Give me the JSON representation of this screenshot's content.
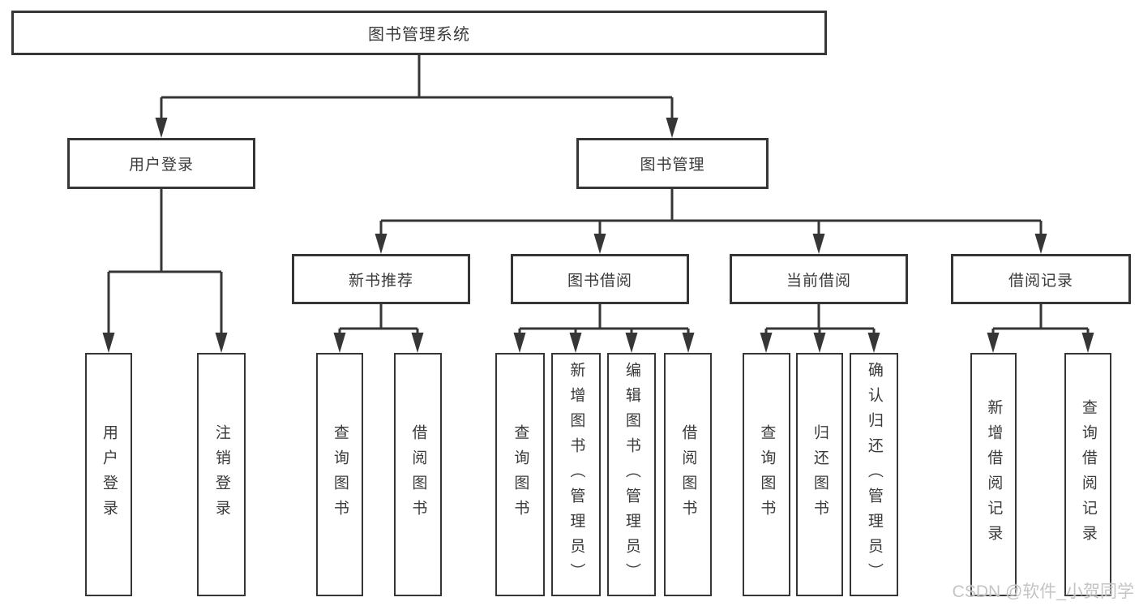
{
  "diagram": {
    "root": "图书管理系统",
    "branches": [
      {
        "label": "用户登录",
        "leaves": [
          "用户登录",
          "注销登录"
        ]
      },
      {
        "label": "图书管理"
      }
    ],
    "sections": [
      {
        "label": "新书推荐",
        "leaves": [
          "查询图书",
          "借阅图书"
        ]
      },
      {
        "label": "图书借阅",
        "leaves": [
          "查询图书",
          "新增图书（管理员）",
          "编辑图书（管理员）",
          "借阅图书"
        ]
      },
      {
        "label": "当前借阅",
        "leaves": [
          "查询图书",
          "归还图书",
          "确认归还（管理员）"
        ]
      },
      {
        "label": "借阅记录",
        "leaves": [
          "新增借阅记录",
          "查询借阅记录"
        ]
      }
    ],
    "watermark": "CSDN @软件_小贺同学",
    "colors": {
      "line": "#363636",
      "box_border": "#363636",
      "box_fill": "#ffffff",
      "text": "#3a3a3a",
      "background": "#ffffff",
      "watermark_text": "#c1c1c1"
    }
  }
}
